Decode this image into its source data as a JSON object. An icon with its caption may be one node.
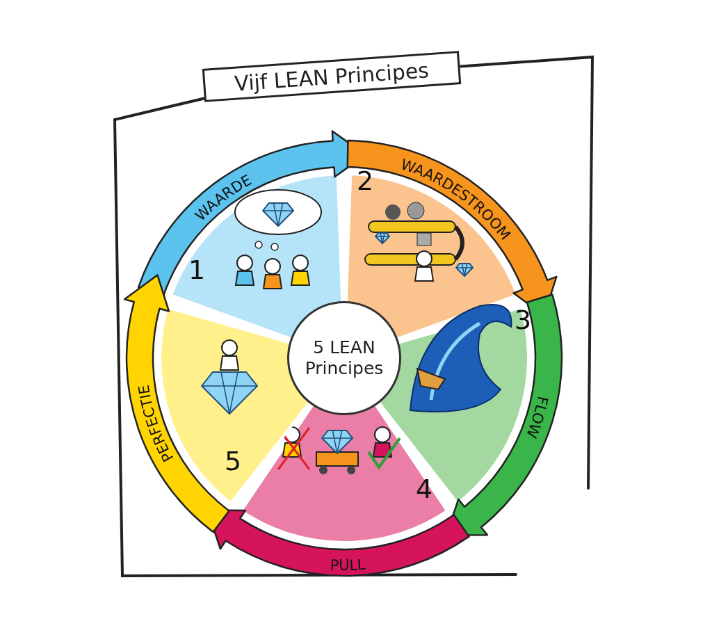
{
  "diagram": {
    "title": "Vijf LEAN Principes",
    "nodes": [
      {
        "text": [
          "5 LEAN Principes"
        ]
      },
      {
        "text": [
          "WAARDE",
          "1"
        ]
      },
      {
        "text": [
          "2",
          "WAARDESTROOM"
        ]
      },
      {
        "text": [
          "3",
          "FLOW"
        ]
      },
      {
        "text": [
          "4",
          "PULL"
        ]
      },
      {
        "text": [
          "PERFECTIE",
          "5"
        ]
      }
    ]
  }
}
